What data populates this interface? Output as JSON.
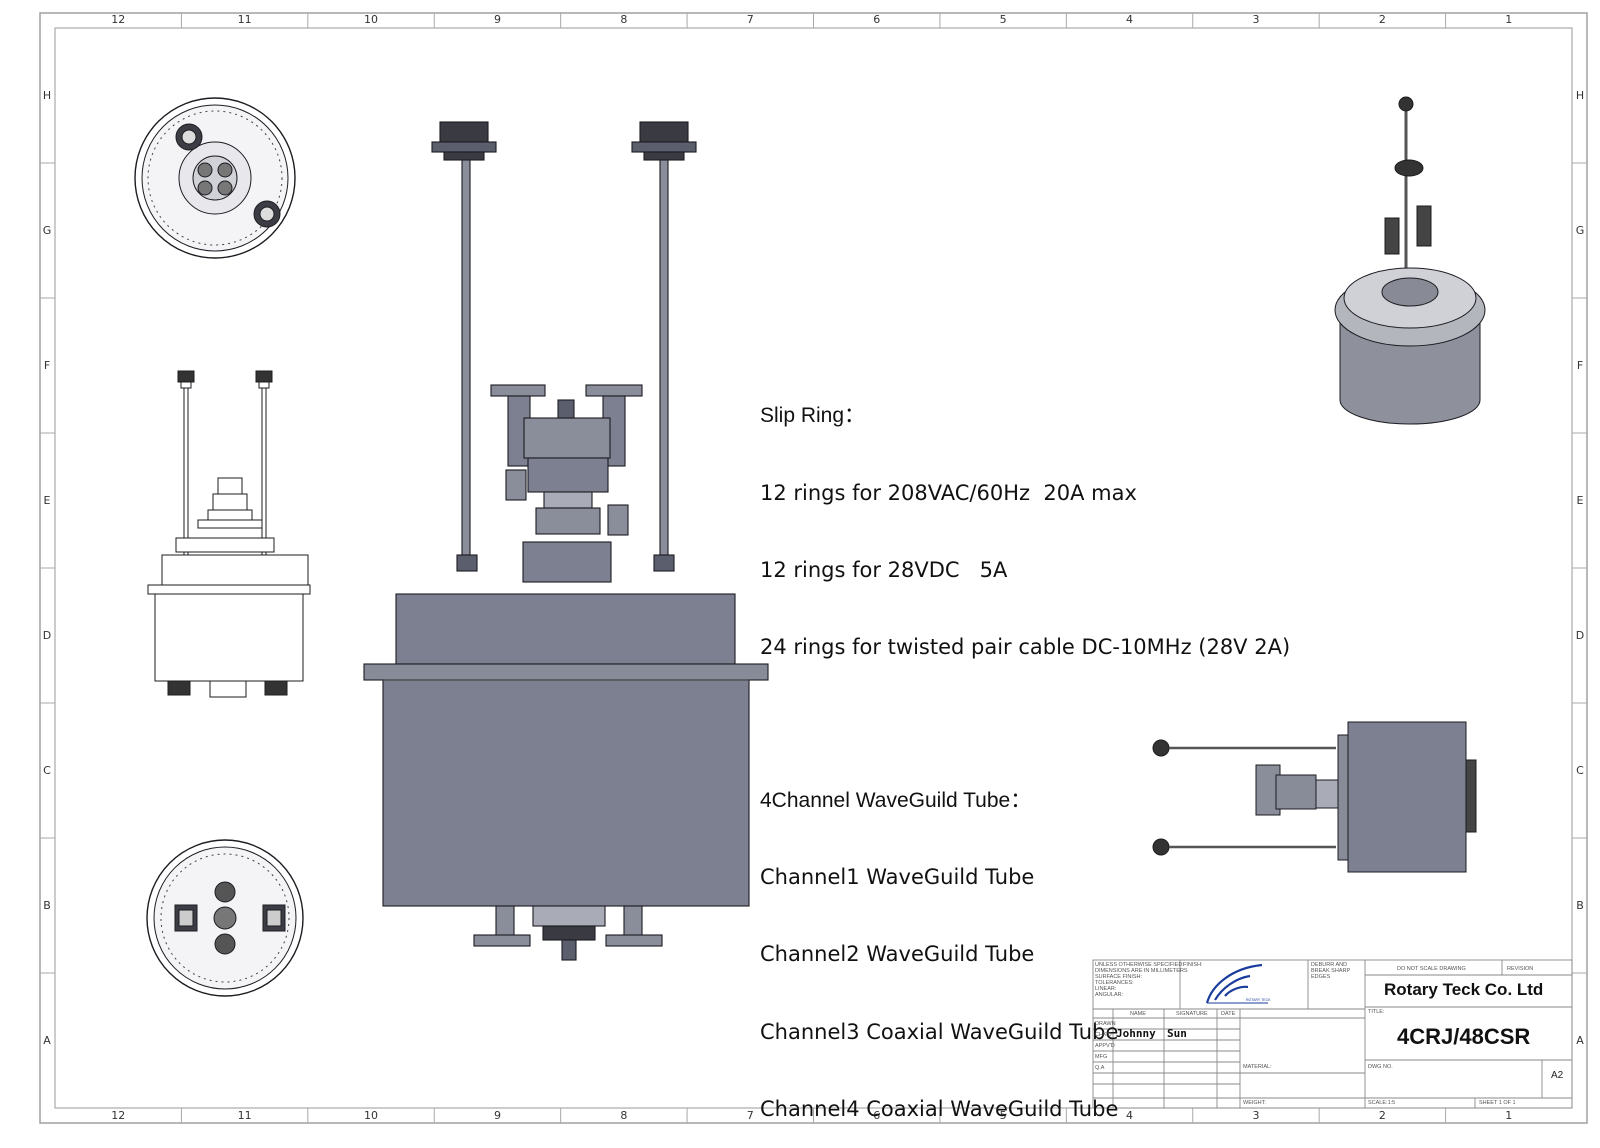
{
  "zones": {
    "columns": [
      "12",
      "11",
      "10",
      "9",
      "8",
      "7",
      "6",
      "5",
      "4",
      "3",
      "2",
      "1"
    ],
    "rows": [
      "H",
      "G",
      "F",
      "E",
      "D",
      "C",
      "B",
      "A"
    ]
  },
  "notes": {
    "slip_ring_heading": "Slip Ring：",
    "slip_ring_lines": [
      "12 rings for 208VAC/60Hz  20A max",
      "12 rings for 28VDC   5A",
      "24 rings for twisted pair cable DC-10MHz (28V 2A)"
    ],
    "waveguide_heading": "4Channel WaveGuild Tube：",
    "waveguide_lines": [
      "Channel1 WaveGuild Tube",
      "Channel2 WaveGuild Tube",
      "Channel3 Coaxial WaveGuild Tube",
      "Channel4 Coaxial WaveGuild Tube"
    ]
  },
  "title_block": {
    "spec_lines": [
      "UNLESS OTHERWISE SPECIFIED:",
      "DIMENSIONS ARE IN MILLIMETERS",
      "SURFACE FINISH:",
      "TOLERANCES:",
      "  LINEAR:",
      "  ANGULAR:"
    ],
    "finish_label": "FINISH:",
    "logo_text": "ROTARY TECK",
    "deburr_lines": [
      "DEBURR AND",
      "BREAK SHARP",
      "EDGES"
    ],
    "scale_note": "DO NOT SCALE DRAWING",
    "revision_label": "REVISION",
    "company": "Rotary Teck Co. Ltd",
    "col_name": "NAME",
    "col_signature": "SIGNATURE",
    "col_date": "DATE",
    "row_drawn": "DRAWN",
    "row_chkd": "CHK'D",
    "row_appvd": "APPV'D",
    "row_mfg": "MFG",
    "row_qa": "Q.A",
    "chkd_name": "Johnny",
    "chkd_signature": "Sun",
    "title_label": "TITLE:",
    "drawing_title": "4CRJ/48CSR",
    "material_label": "MATERIAL:",
    "dwg_no_label": "DWG NO.",
    "sheet_size": "A2",
    "weight_label": "WEIGHT:",
    "scale_label": "SCALE:1:5",
    "sheet_label": "SHEET 1 OF 1"
  },
  "colors": {
    "body": "#7d8090",
    "body_dark": "#5b5e6c",
    "body_light": "#a9acb7",
    "outline": "#1c1c22",
    "frame": "#9a9a9a"
  }
}
